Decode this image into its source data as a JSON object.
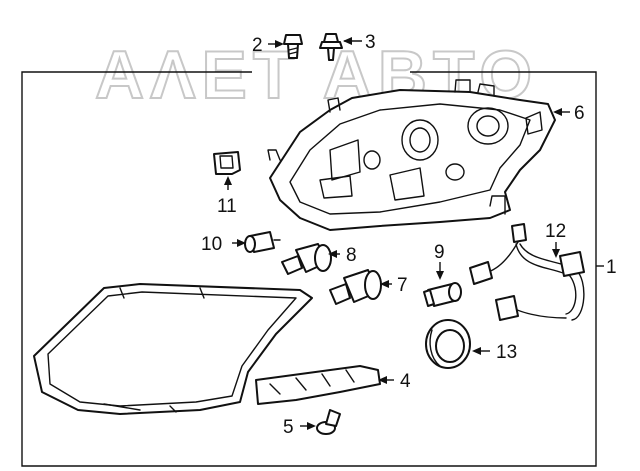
{
  "watermark": "ΑΛΕΤ ΑΒΤΟ",
  "callouts": {
    "c1": "1",
    "c2": "2",
    "c3": "3",
    "c4": "4",
    "c5": "5",
    "c6": "6",
    "c7": "7",
    "c8": "8",
    "c9": "9",
    "c10": "10",
    "c11": "11",
    "c12": "12",
    "c13": "13"
  }
}
